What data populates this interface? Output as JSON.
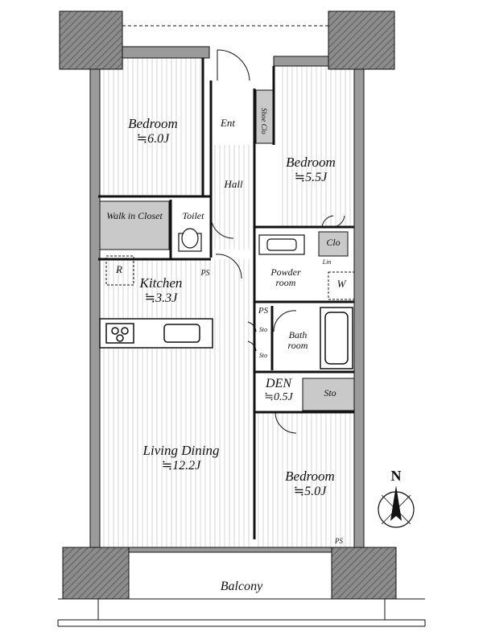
{
  "rooms": {
    "bedroom_nw": {
      "name": "Bedroom",
      "area": "≒6.0J"
    },
    "bedroom_ne": {
      "name": "Bedroom",
      "area": "≒5.5J"
    },
    "bedroom_se": {
      "name": "Bedroom",
      "area": "≒5.0J"
    },
    "kitchen": {
      "name": "Kitchen",
      "area": "≒3.3J"
    },
    "living": {
      "name": "Living Dining",
      "area": "≒12.2J"
    },
    "den": {
      "name": "DEN",
      "area": "≒0.5J"
    }
  },
  "labels": {
    "entrance": "Ent",
    "shoe_closet": "Shoe Clo",
    "hall": "Hall",
    "walk_in_closet": "Walk in Closet",
    "toilet": "Toilet",
    "ps_toilet": "PS",
    "r_box": "R",
    "closet": "Clo",
    "linen": "Lin",
    "powder_room": "Powder room",
    "washer": "W",
    "ps_bath": "PS",
    "sto_1": "Sto",
    "sto_2": "Sto",
    "bath_room": "Bath room",
    "storage": "Sto",
    "ps_bedroom": "PS",
    "balcony": "Balcony",
    "north": "N"
  },
  "colors": {
    "wall": "#9a9a9a",
    "line": "#111111",
    "storage_fill": "#c9c9c9",
    "floor_stripe": "#d9d9d9"
  }
}
